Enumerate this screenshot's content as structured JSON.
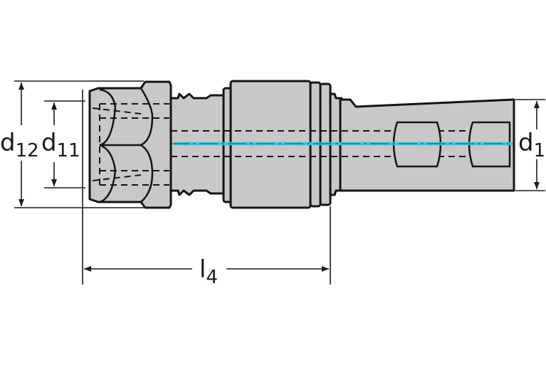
{
  "labels": {
    "d12": {
      "main": "d",
      "sub": "12"
    },
    "d11": {
      "main": "d",
      "sub": "11"
    },
    "d1": {
      "main": "d",
      "sub": "1"
    },
    "l4": {
      "main": "l",
      "sub": "4"
    }
  },
  "colors": {
    "body_fill": "#c8c8c8",
    "outline": "#141414",
    "coolant": "#38c7e0",
    "dimension": "#1a1a1a",
    "background": "#ffffff"
  }
}
